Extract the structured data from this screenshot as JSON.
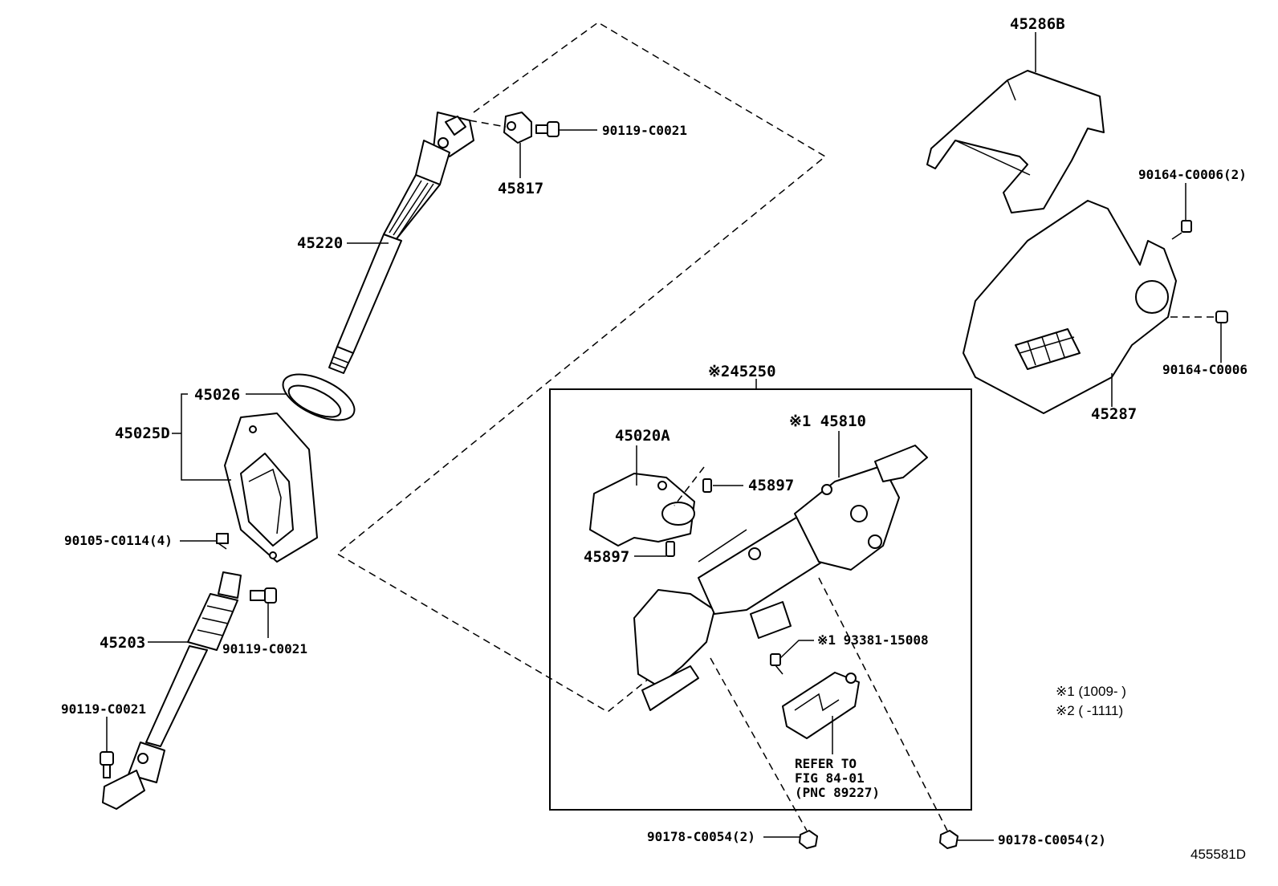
{
  "labels": {
    "p45286B": "45286B",
    "p90164_2": "90164-C0006(2)",
    "p90164": "90164-C0006",
    "p45287": "45287",
    "p90119_top": "90119-C0021",
    "p45817": "45817",
    "p45220": "45220",
    "p45026": "45026",
    "p45025D": "45025D",
    "p90105": "90105-C0114(4)",
    "p45203": "45203",
    "p90119_mid": "90119-C0021",
    "p90119_low": "90119-C0021",
    "p45250": "※245250",
    "p45020A": "45020A",
    "p45810": "※1 45810",
    "p45897_a": "45897",
    "p45897_b": "45897",
    "p93381": "※1 93381-15008",
    "refer": "REFER TO\nFIG 84-01\n(PNC 89227)",
    "p90178_left": "90178-C0054(2)",
    "p90178_right": "90178-C0054(2)"
  },
  "notes": {
    "note1": "※1 (1009-     )",
    "note2": "※2 (     -1111)"
  },
  "figure_ref": "455581D"
}
